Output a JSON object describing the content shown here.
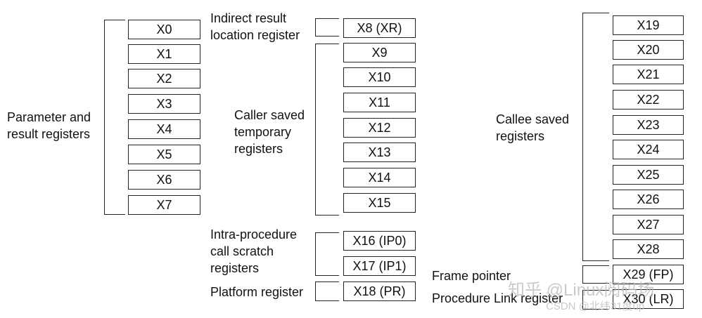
{
  "registers": [
    "X0",
    "X1",
    "X2",
    "X3",
    "X4",
    "X5",
    "X6",
    "X7",
    "X8 (XR)",
    "X9",
    "X10",
    "X11",
    "X12",
    "X13",
    "X14",
    "X15",
    "X16 (IP0)",
    "X17 (IP1)",
    "X18 (PR)",
    "X19",
    "X20",
    "X21",
    "X22",
    "X23",
    "X24",
    "X25",
    "X26",
    "X27",
    "X28",
    "X29 (FP)",
    "X30 (LR)"
  ],
  "labels": {
    "param_l1": "Parameter and",
    "param_l2": "result registers",
    "indirect_l1": "Indirect result",
    "indirect_l2": "location register",
    "caller_l1": "Caller saved",
    "caller_l2": "temporary",
    "caller_l3": "registers",
    "intra_l1": "Intra-procedure",
    "intra_l2": "call scratch",
    "intra_l3": "registers",
    "platform": "Platform register",
    "callee_l1": "Callee saved",
    "callee_l2": "registers",
    "frame": "Frame pointer",
    "link": "Procedure Link register"
  },
  "watermark": {
    "zhihu": "知乎 @Linux阅码场",
    "csdn": "CSDN @北纬31度up"
  }
}
